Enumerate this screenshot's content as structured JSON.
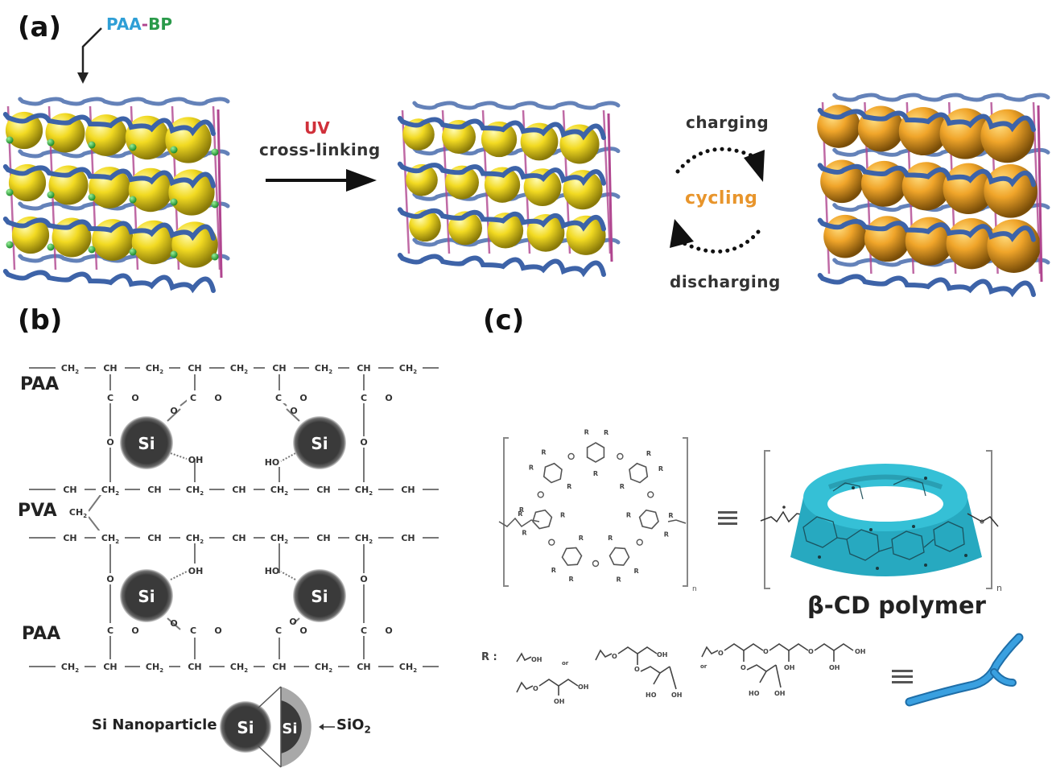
{
  "panels": {
    "a": {
      "label": "(a)",
      "paa_text": "PAA",
      "dash": "-",
      "bp_text": "BP",
      "uv_text": "UV",
      "crosslink_text": "cross-linking",
      "charging_text": "charging",
      "cycling_text": "cycling",
      "discharging_text": "discharging"
    },
    "b": {
      "label": "(b)",
      "paa_top": "PAA",
      "pva": "PVA",
      "paa_bottom": "PAA",
      "ch2": "CH",
      "ch": "CH",
      "sub2": "2",
      "co": "C",
      "dbl_o": "O",
      "o": "O",
      "oh": "OH",
      "ho": "HO",
      "si": "Si",
      "si_nanoparticle": "Si Nanoparticle",
      "sio2": "SiO",
      "sio2_sub": "2"
    },
    "c": {
      "label": "(c)",
      "equiv": "≡",
      "n": "n",
      "r_atom": "R",
      "bcd_polymer": "β-CD polymer",
      "r_label": "R :",
      "or": "or",
      "oh": "OH",
      "ho": "HO",
      "o": "O"
    }
  },
  "colors": {
    "paa_blue": "#2f9fd6",
    "bp_green": "#2a9a4a",
    "uv_red": "#d0303a",
    "cycling_orange": "#e8952c",
    "sphere_yellow": "#f3dc28",
    "sphere_orange": "#f0a82a",
    "chain_blue": "#3d63a8",
    "crosslink_pink": "#b0458f",
    "bp_dot": "#2fbf4a",
    "si_dark": "#3a3a3a",
    "cd_cyan": "#2ab3c8",
    "branch_blue": "#2f8fd0"
  }
}
